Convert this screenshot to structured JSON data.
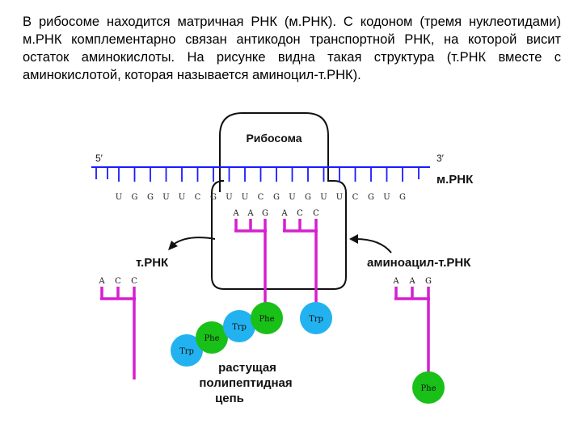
{
  "intro_text": "В рибосоме находится матричная РНК (м.РНК). С кодоном (тремя нуклеотидами) м.РНК комплементарно связан антикодон транспортной РНК, на которой висит остаток аминокислоты. На рисунке видна такая структура (т.РНК вместе с аминокислотой, которая называется аминоцил-т.РНК).",
  "diagram": {
    "ribosome_label": "Рибосома",
    "mrna_label": "м.РНК",
    "five_prime": "5′",
    "three_prime": "3′",
    "mrna_bases": [
      "U",
      "G",
      "G",
      "U",
      "U",
      "C",
      "G",
      "U",
      "U",
      "C",
      "G",
      "U",
      "G",
      "U",
      "U",
      "C",
      "G",
      "U",
      "G"
    ],
    "site1_anticodon": [
      "A",
      "A",
      "G"
    ],
    "site2_anticodon": [
      "A",
      "C",
      "C"
    ],
    "left_trna_label": "т.РНК",
    "left_trna_anticodon": [
      "A",
      "C",
      "C"
    ],
    "right_trna_label": "аминоацил-т.РНК",
    "right_trna_anticodon": [
      "A",
      "A",
      "G"
    ],
    "amino_acids": {
      "site1": "Phe",
      "site2": "Trp",
      "chain": [
        "Trp",
        "Phe",
        "Trp"
      ],
      "incoming": "Phe"
    },
    "chain_label": [
      "растущая",
      "полипептидная",
      "цепь"
    ],
    "colors": {
      "backbone": "#1a1aff",
      "trna": "#d61fd0",
      "phe": "#18c018",
      "trp": "#22b2f0"
    }
  }
}
